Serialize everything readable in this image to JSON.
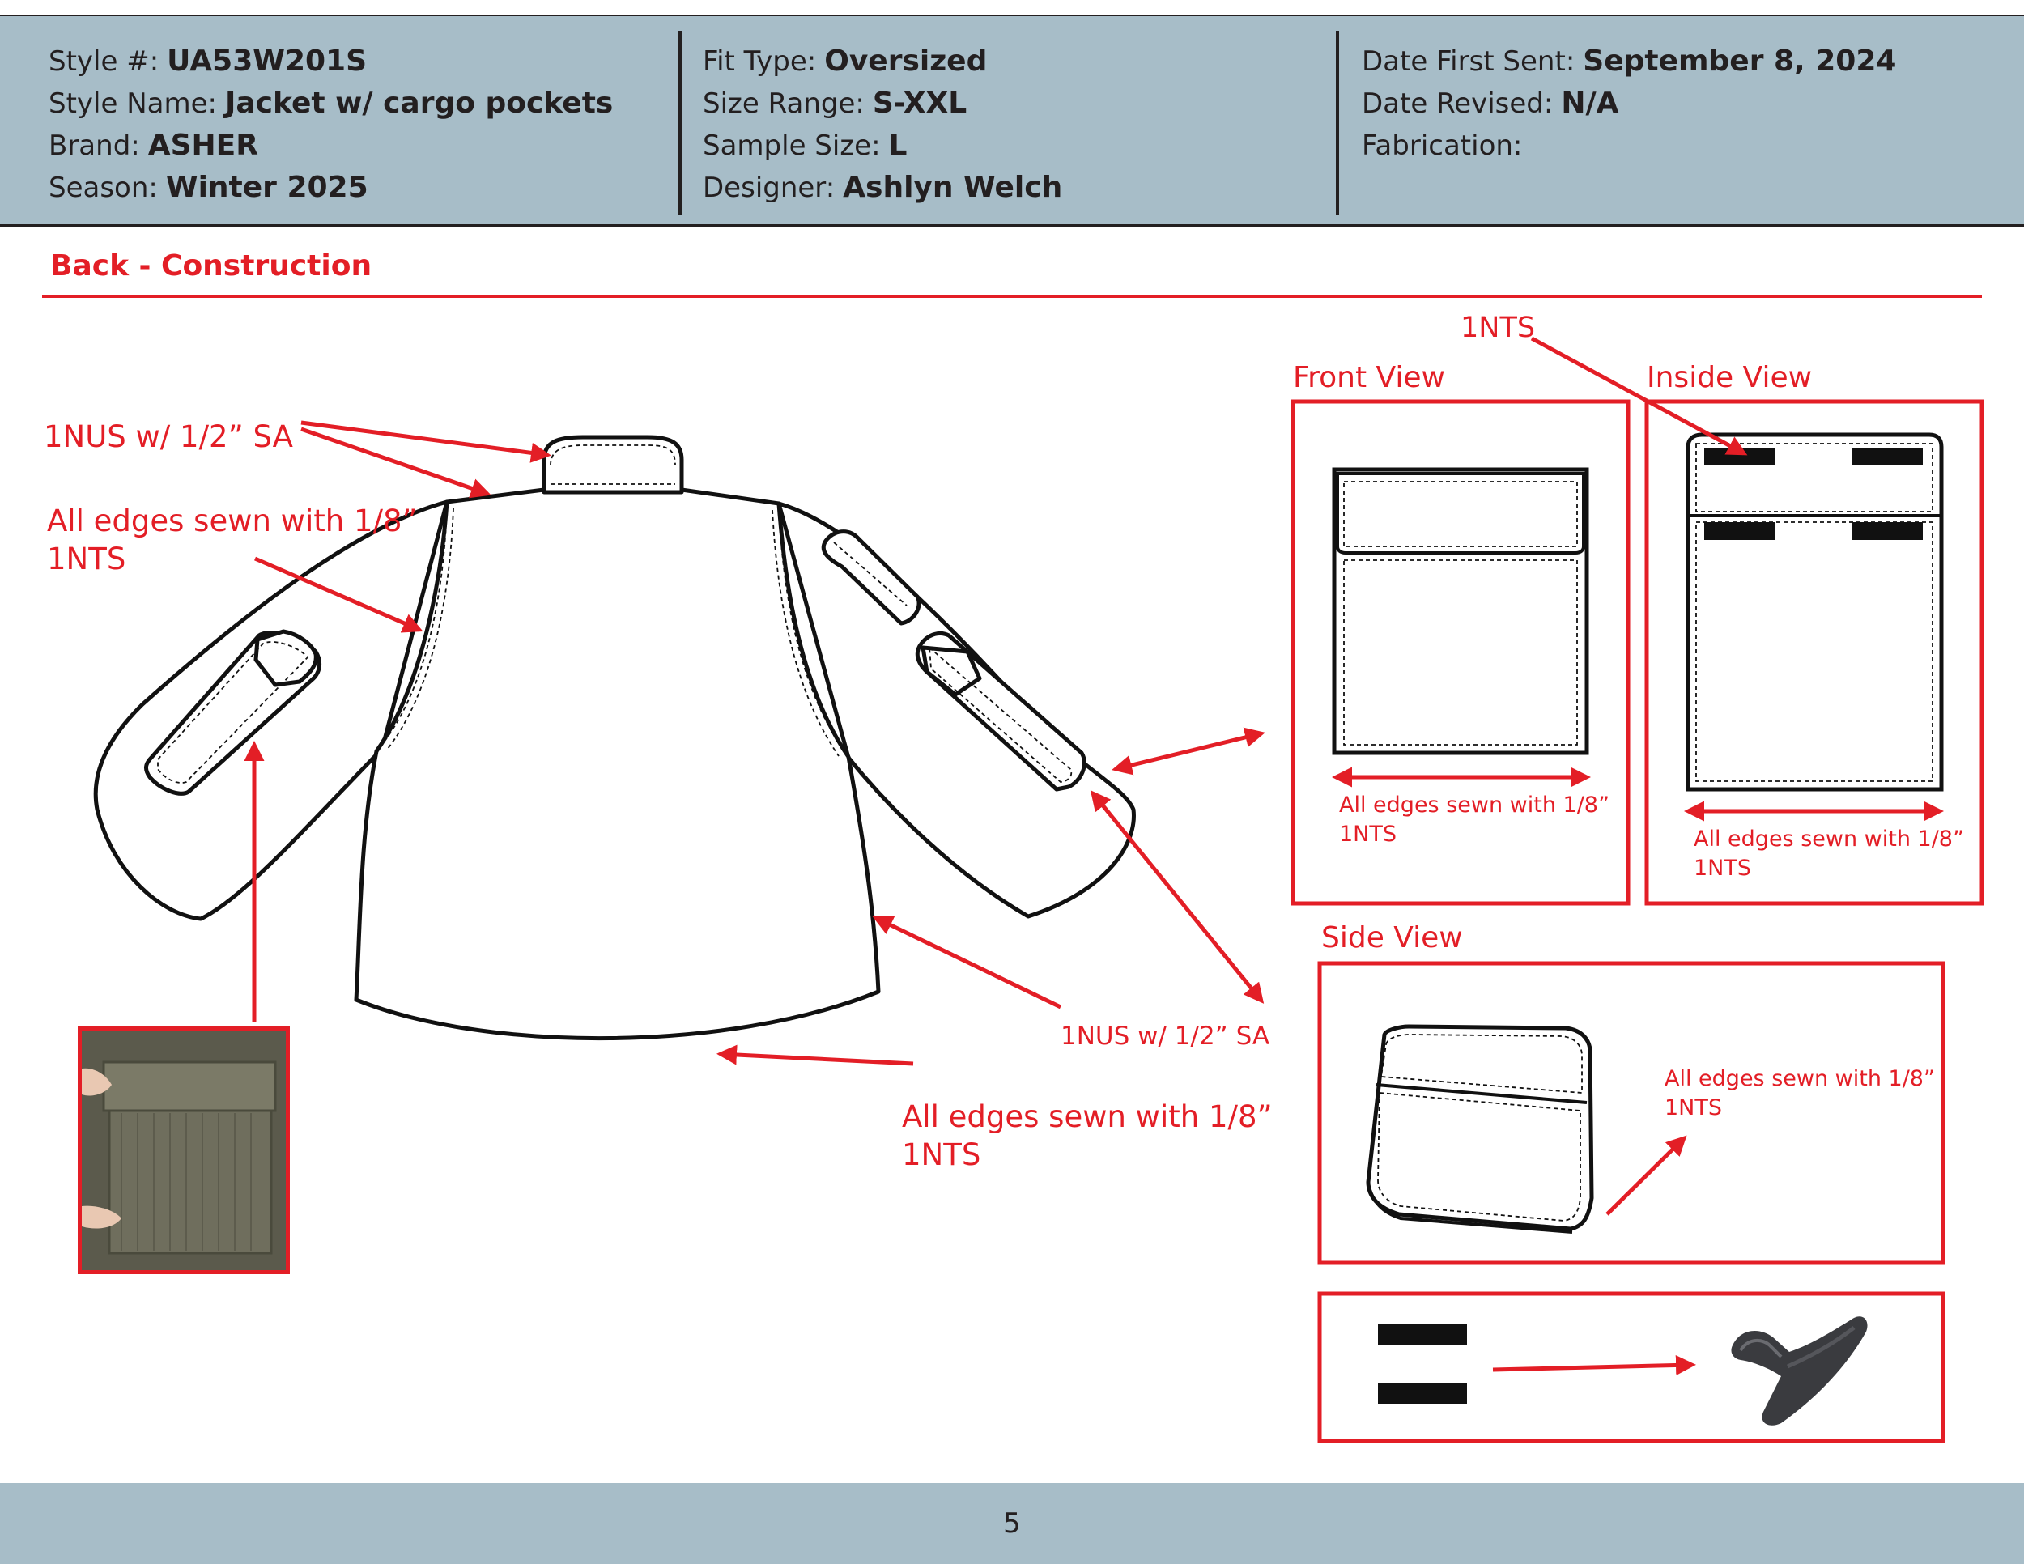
{
  "header": {
    "style_no_label": "Style #:",
    "style_no": "UA53W201S",
    "style_name_label": "Style Name:",
    "style_name": "Jacket w/ cargo pockets",
    "brand_label": "Brand:",
    "brand": "ASHER",
    "season_label": "Season:",
    "season": "Winter 2025",
    "fit_type_label": "Fit Type:",
    "fit_type": "Oversized",
    "size_range_label": "Size Range:",
    "size_range": "S-XXL",
    "sample_size_label": "Sample Size:",
    "sample_size": "L",
    "designer_label": "Designer:",
    "designer": "Ashlyn Welch",
    "date_first_sent_label": "Date First Sent:",
    "date_first_sent": "September 8, 2024",
    "date_revised_label": "Date Revised:",
    "date_revised": "N/A",
    "fabrication_label": "Fabrication:"
  },
  "section_title": "Back - Construction",
  "callouts": {
    "collar_seam": "1NUS w/ 1/2”  SA",
    "edges_upper_line1": "All edges sewn with 1/8”",
    "edges_upper_line2": "1NTS",
    "side_seam": "1NUS w/ 1/2”  SA",
    "edges_hem_line1": "All edges sewn with 1/8”",
    "edges_hem_line2": "1NTS",
    "velcro_top": "1NTS"
  },
  "views": {
    "front_title": "Front View",
    "front_note_line1": "All edges sewn with 1/8”",
    "front_note_line2": "1NTS",
    "inside_title": "Inside View",
    "inside_note_line1": "All edges sewn with 1/8”",
    "inside_note_line2": "1NTS",
    "side_title": "Side View",
    "side_note_line1": "All edges sewn with 1/8”",
    "side_note_line2": "1NTS"
  },
  "footer": {
    "page_number": "5"
  },
  "colors": {
    "accent_red": "#e31e26",
    "header_blue_gray": "#a7bdc8",
    "ink": "#231f20"
  }
}
